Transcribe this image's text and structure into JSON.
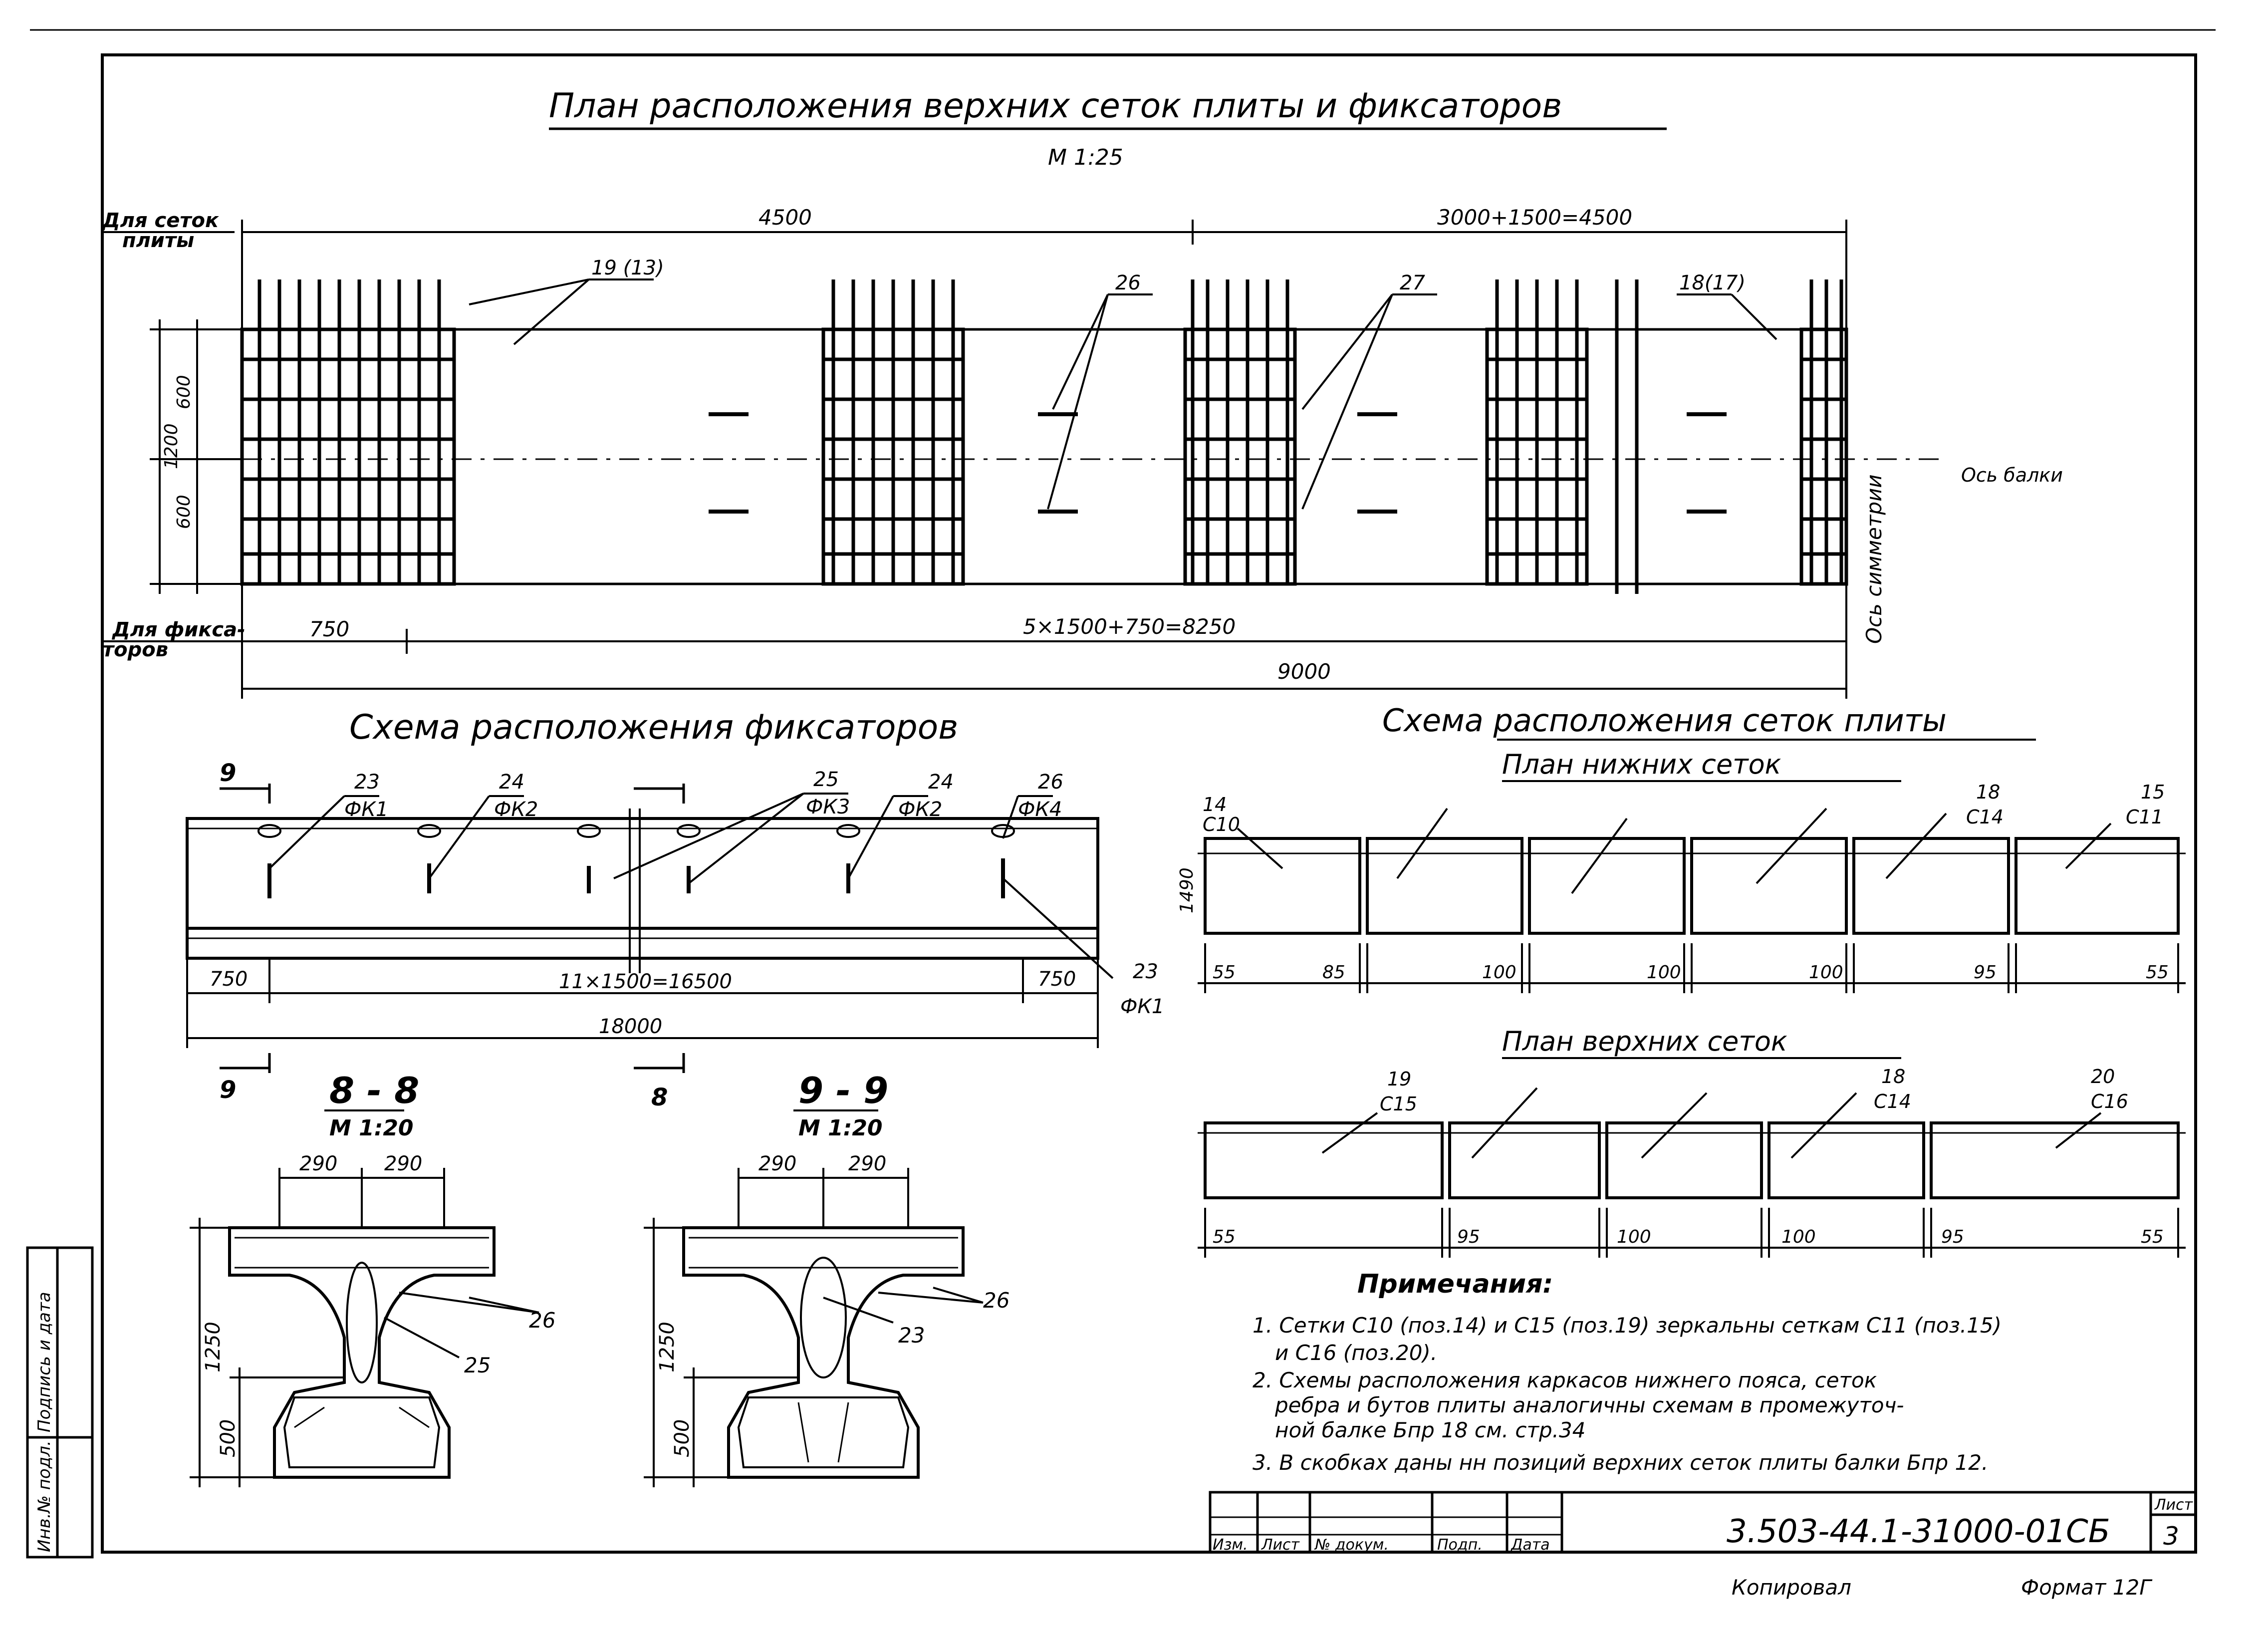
{
  "titles": {
    "top_plan": "План расположения верхних сеток плиты и фиксаторов",
    "top_scale": "М 1:25",
    "fixators": "Схема расположения фиксаторов",
    "meshes": "Схема расположения сеток плиты",
    "lower_plan": "План нижних сеток",
    "upper_plan": "План верхних сеток",
    "sec88": "8 - 8",
    "sec88_scale": "М 1:20",
    "sec99": "9 - 9",
    "sec99_scale": "М 1:20"
  },
  "top_plan": {
    "label_plate_meshes": [
      "Для сеток",
      "плиты"
    ],
    "label_fixators": [
      "Для фикса-",
      "торов"
    ],
    "dim_top_left": "4500",
    "dim_top_right": "3000+1500=4500",
    "dim_height": "1200",
    "dim_upper": "600",
    "dim_lower": "600",
    "dim_750": "750",
    "dim_chain": "5×1500+750=8250",
    "dim_total": "9000",
    "callouts": [
      "19 (13)",
      "26",
      "27",
      "18(17)"
    ],
    "axis_beam": "Ось балки",
    "axis_symmetry": "Ось симметрии"
  },
  "fixators": {
    "labels": [
      {
        "num": "23",
        "sub": "ФК1"
      },
      {
        "num": "24",
        "sub": "ФК2"
      },
      {
        "num": "25",
        "sub": "ФК3"
      },
      {
        "num": "24",
        "sub": "ФК2"
      },
      {
        "num": "26",
        "sub": "ФК4"
      }
    ],
    "right_callout": {
      "num": "23",
      "sub": "ФК1"
    },
    "dim_left": "750",
    "dim_chain": "11×1500=16500",
    "dim_right": "750",
    "dim_total": "18000",
    "cut_9": "9",
    "cut_8": "8"
  },
  "lower_meshes": {
    "height": "1490",
    "left_label": {
      "num": "14",
      "sub": "С10"
    },
    "mid_label": {
      "num": "18",
      "sub": "С14"
    },
    "right_label": {
      "num": "15",
      "sub": "С11"
    },
    "gaps": [
      "55",
      "85",
      "100",
      "100",
      "100",
      "95",
      "55"
    ]
  },
  "upper_meshes": {
    "left_label": {
      "num": "19",
      "sub": "С15"
    },
    "mid_label": {
      "num": "18",
      "sub": "С14"
    },
    "right_label": {
      "num": "20",
      "sub": "С16"
    },
    "gaps": [
      "55",
      "95",
      "100",
      "100",
      "95",
      "55"
    ]
  },
  "sections": {
    "dim_290": "290",
    "height_total": "1250",
    "height_bottom": "500",
    "sec88_callouts": [
      "26",
      "25"
    ],
    "sec99_callouts": [
      "26",
      "23"
    ]
  },
  "notes": {
    "heading": "Примечания:",
    "lines": [
      "1. Сетки С10 (поз.14) и С15 (поз.19) зеркальны сеткам С11 (поз.15)",
      "и С16 (поз.20).",
      "2. Схемы расположения каркасов нижнего пояса, сеток",
      "ребра и бутов плиты аналогичны схемам в промежуточ-",
      "ной балке Бпр 18 см. стр.34",
      "3. В скобках даны нн позиций верхних сеток плиты балки Бпр 12."
    ]
  },
  "title_block": {
    "headers": [
      "Изм.",
      "Лист",
      "№ докум.",
      "Подп.",
      "Дата"
    ],
    "code": "3.503-44.1-31000-01СБ",
    "sheet_label": "Лист",
    "sheet_number": "3",
    "copied": "Копировал",
    "format": "Формат 12Г"
  },
  "side_stamp": [
    "Инв.№ подл.",
    "Подпись и дата"
  ]
}
